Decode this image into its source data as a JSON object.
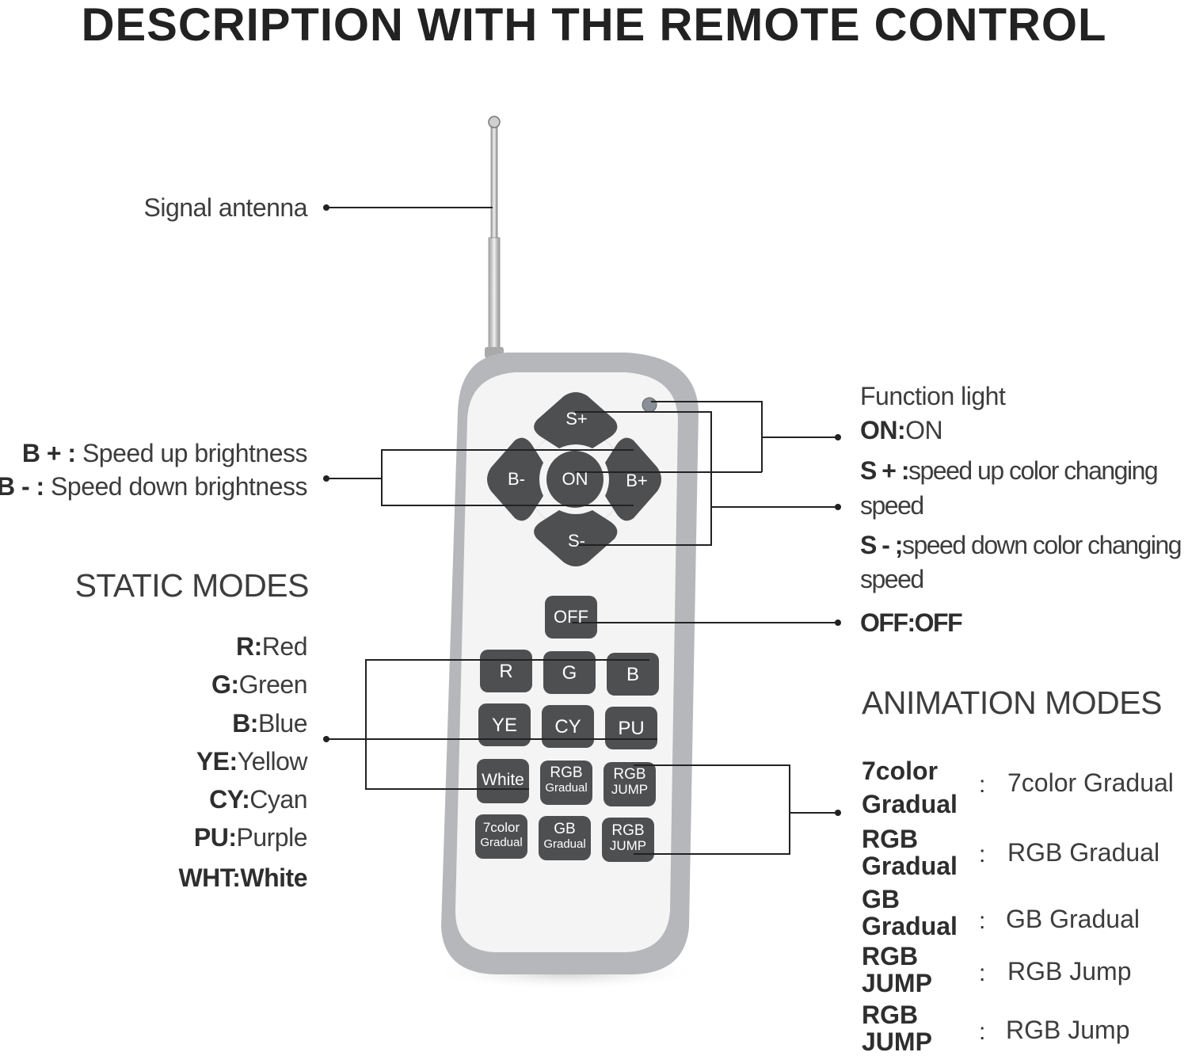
{
  "title": "DESCRIPTION WITH THE REMOTE CONTROL",
  "callouts": {
    "antenna": "Signal antenna",
    "brightness_up_key": "B + :",
    "brightness_up_text": " Speed up brightness",
    "brightness_down_key": "B - :",
    "brightness_down_text": " Speed down brightness",
    "function_light": "Function light",
    "on_key": "ON:",
    "on_text": "ON",
    "s_plus_key": "S + :",
    "s_plus_text": "speed up color changing",
    "s_plus_text2": "speed",
    "s_minus_key": "S - ;",
    "s_minus_text": "speed down color  changing",
    "s_minus_text2": "speed",
    "off_key": "OFF:",
    "off_text": "OFF"
  },
  "static_modes": {
    "heading": "STATIC MODES",
    "items": [
      {
        "key": "R:",
        "text": "Red"
      },
      {
        "key": "G:",
        "text": "Green"
      },
      {
        "key": "B:",
        "text": "Blue"
      },
      {
        "key": "YE:",
        "text": "Yellow"
      },
      {
        "key": "CY:",
        "text": "Cyan"
      },
      {
        "key": "PU:",
        "text": "Purple"
      },
      {
        "key": "WHT:",
        "text": "White"
      }
    ]
  },
  "animation_modes": {
    "heading": "ANIMATION MODES",
    "items": [
      {
        "key1": "7color",
        "key2": "Gradual",
        "colon": ":",
        "text": "7color Gradual"
      },
      {
        "key1": "RGB",
        "key2": "Gradual",
        "colon": ":",
        "text": "RGB Gradual"
      },
      {
        "key1": "GB",
        "key2": "Gradual",
        "colon": ":",
        "text": "GB Gradual"
      },
      {
        "key1": "RGB",
        "key2": "JUMP",
        "colon": ":",
        "text": "RGB Jump"
      },
      {
        "key1": "RGB",
        "key2": "JUMP",
        "colon": ":",
        "text": "RGB Jump"
      }
    ]
  },
  "remote": {
    "dpad": {
      "up": "S+",
      "down": "S-",
      "left": "B-",
      "right": "B+",
      "center": "ON"
    },
    "off": "OFF",
    "row1": [
      "R",
      "G",
      "B"
    ],
    "row2": [
      "YE",
      "CY",
      "PU"
    ],
    "row3": [
      {
        "l1": "White",
        "l2": ""
      },
      {
        "l1": "RGB",
        "l2": "Gradual"
      },
      {
        "l1": "RGB",
        "l2": "JUMP"
      }
    ],
    "row4": [
      {
        "l1": "7color",
        "l2": "Gradual"
      },
      {
        "l1": "GB",
        "l2": "Gradual"
      },
      {
        "l1": "RGB",
        "l2": "JUMP"
      }
    ]
  },
  "colors": {
    "body": "#f4f4f4",
    "rim": "#b5b7ba",
    "key": "#4e4f51",
    "key_text": "#ffffff",
    "line": "#222222"
  }
}
